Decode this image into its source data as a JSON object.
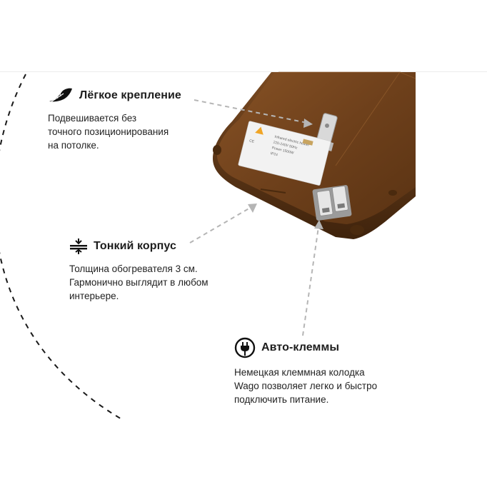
{
  "features": {
    "mount": {
      "icon": "feather-icon",
      "title": "Лёгкое крепление",
      "lines": [
        "Подвешивается без",
        "точного позиционирования",
        "на потолке."
      ]
    },
    "slim": {
      "icon": "compress-icon",
      "title": "Тонкий корпус",
      "lines": [
        "Толщина обогревателя 3 см.",
        "Гармонично выглядит в любом",
        "интерьере."
      ]
    },
    "clamp": {
      "icon": "plug-icon",
      "title": "Авто-клеммы",
      "lines": [
        "Немецкая клеммная колодка",
        "Wago позволяет легко и быстро",
        "подключить питание."
      ]
    }
  },
  "colors": {
    "heater_body": "#6b3f1c",
    "heater_highlight": "#8a5529",
    "arrow": "#b5b5b5",
    "text": "#1d1d1d"
  }
}
